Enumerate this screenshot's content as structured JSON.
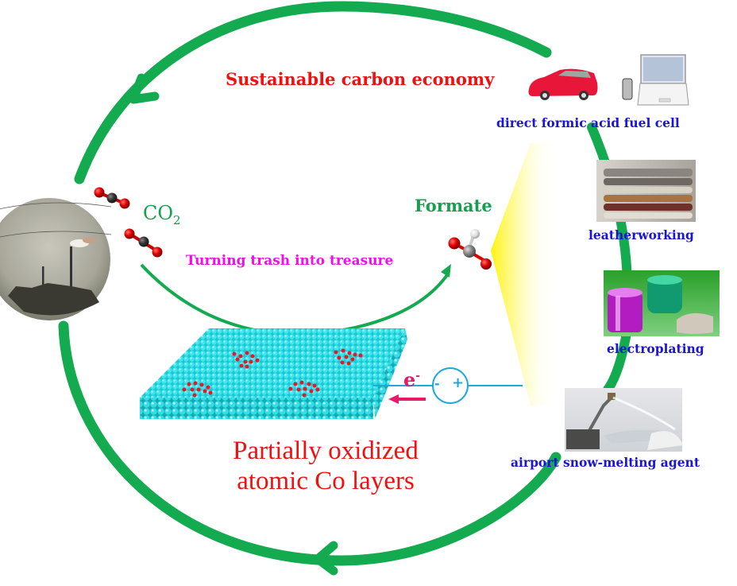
{
  "title": "Sustainable carbon economy",
  "co2_label": {
    "main": "CO",
    "sub": "2"
  },
  "formate_label": "Formate",
  "conversion_label": "Turning trash into treasure",
  "catalyst_label": {
    "line1": "Partially oxidized",
    "line2": "atomic Co layers"
  },
  "electron_label": {
    "main": "e",
    "sup": "-"
  },
  "power_source": {
    "minus": "-",
    "plus": "+"
  },
  "applications": [
    {
      "label": "direct formic acid fuel cell",
      "icon": "car-phone-laptop-icon"
    },
    {
      "label": "leatherworking",
      "icon": "leather-stack-icon"
    },
    {
      "label": "electroplating",
      "icon": "plated-parts-icon"
    },
    {
      "label": "airport snow-melting agent",
      "icon": "deicing-truck-icon"
    }
  ],
  "colors": {
    "cycle_green": "#13aa50",
    "title_red": "#ee1111",
    "app_blue": "#1a14d4",
    "magenta": "#ee10e6",
    "cyan_layer": "#22d3df",
    "wire_blue": "#1fa8e0",
    "electron_arrow": "#e6196a"
  }
}
